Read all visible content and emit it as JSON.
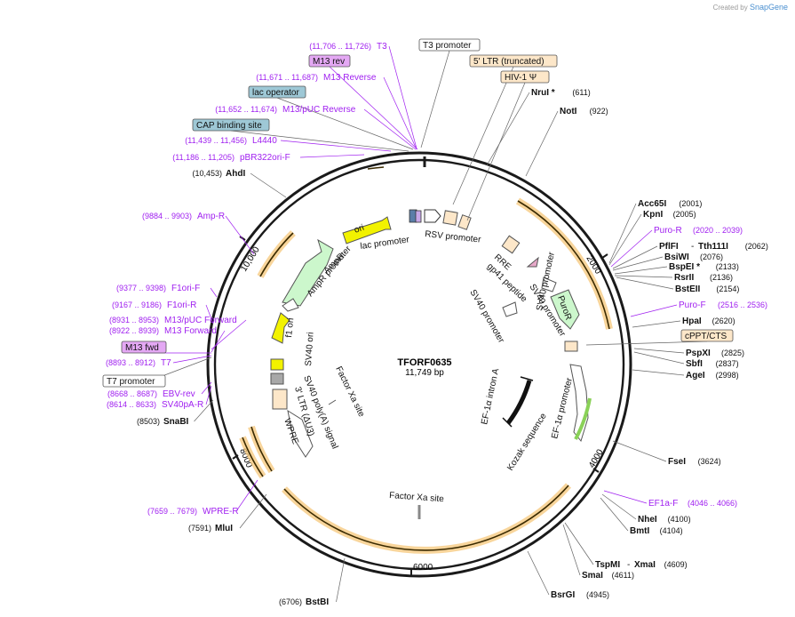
{
  "credit": {
    "prefix": "Created by",
    "brand": "SnapGene"
  },
  "plasmid": {
    "name": "TFORF0635",
    "length": "11,749 bp",
    "total_bp": 11749
  },
  "colors": {
    "backbone": "#1a1a1a",
    "primer": "#a020f0",
    "site": "#111111",
    "orange_feature": "#f0b040",
    "orange_feature_fill": "#fde7c9",
    "primer_bind_fill": "#e4a8f4",
    "misc_box_fill": "#9ec8d6",
    "promoter_fill": "#ffffff",
    "ori_fill": "#f2f200",
    "ampr_fill": "#ccf7cc",
    "puror_fill": "#ccf7cc",
    "ef1a_intron": "#111111",
    "ef1a_promoter_arrow": "#8ad158"
  },
  "ticks": [
    {
      "label": "2000",
      "bp": 2000
    },
    {
      "label": "4000",
      "bp": 4000
    },
    {
      "label": "6000",
      "bp": 6000
    },
    {
      "label": "8000",
      "bp": 8000
    },
    {
      "label": "10,000",
      "bp": 10000
    }
  ],
  "outer_labels": [
    {
      "id": "t3",
      "text": "T3",
      "range": "(11,706 .. 11,726)",
      "kind": "primer",
      "bp": 11716
    },
    {
      "id": "m13rev-box",
      "text": "M13 rev",
      "kind": "primer_box",
      "bp": 11705
    },
    {
      "id": "m13-reverse",
      "text": "M13 Reverse",
      "range": "(11,671 .. 11,687)",
      "kind": "primer",
      "bp": 11679
    },
    {
      "id": "lac-operator",
      "text": "lac operator",
      "kind": "misc_box",
      "bp": 11660
    },
    {
      "id": "m13puc-reverse",
      "text": "M13/pUC Reverse",
      "range": "(11,652 .. 11,674)",
      "kind": "primer",
      "bp": 11663
    },
    {
      "id": "cap-binding-site",
      "text": "CAP binding site",
      "kind": "misc_box",
      "bp": 11620
    },
    {
      "id": "l4440",
      "text": "L4440",
      "range": "(11,439 .. 11,456)",
      "kind": "primer",
      "bp": 11447
    },
    {
      "id": "pbr322ori-f",
      "text": "pBR322ori-F",
      "range": "(11,186 .. 11,205)",
      "kind": "primer",
      "bp": 11195
    },
    {
      "id": "ahdi",
      "text": "AhdI",
      "pos": "(10,453)",
      "kind": "site",
      "bp": 10453
    },
    {
      "id": "amp-r",
      "text": "Amp-R",
      "range": "(9884 .. 9903)",
      "kind": "primer",
      "bp": 9893
    },
    {
      "id": "f1ori-f",
      "text": "F1ori-F",
      "range": "(9377 .. 9398)",
      "kind": "primer",
      "bp": 9387
    },
    {
      "id": "f1ori-r",
      "text": "F1ori-R",
      "range": "(9167 .. 9186)",
      "kind": "primer",
      "bp": 9176
    },
    {
      "id": "m13puc-forward",
      "text": "M13/pUC Forward",
      "range": "(8931 .. 8953)",
      "kind": "primer",
      "bp": 8942
    },
    {
      "id": "m13-forward",
      "text": "M13 Forward",
      "range": "(8922 .. 8939)",
      "kind": "primer",
      "bp": 8930
    },
    {
      "id": "m13fwd-box",
      "text": "M13 fwd",
      "kind": "primer_box",
      "bp": 8925
    },
    {
      "id": "t7",
      "text": "T7",
      "range": "(8893 .. 8912)",
      "kind": "primer",
      "bp": 8902
    },
    {
      "id": "t7-promoter",
      "text": "T7 promoter",
      "kind": "promoter_box",
      "bp": 8890
    },
    {
      "id": "ebv-rev",
      "text": "EBV-rev",
      "range": "(8668 .. 8687)",
      "kind": "primer",
      "bp": 8677
    },
    {
      "id": "sv40pa-r",
      "text": "SV40pA-R",
      "range": "(8614 .. 8633)",
      "kind": "primer",
      "bp": 8623
    },
    {
      "id": "snabi",
      "text": "SnaBI",
      "pos": "(8503)",
      "kind": "site",
      "bp": 8503
    },
    {
      "id": "wpre-r",
      "text": "WPRE-R",
      "range": "(7659 .. 7679)",
      "kind": "primer",
      "bp": 7669
    },
    {
      "id": "mlui",
      "text": "MluI",
      "pos": "(7591)",
      "kind": "site",
      "bp": 7591
    },
    {
      "id": "bstbi",
      "text": "BstBI",
      "pos": "(6706)",
      "kind": "site",
      "bp": 6706
    },
    {
      "id": "t3-promoter",
      "text": "T3 promoter",
      "kind": "promoter_box",
      "bp": 11730
    },
    {
      "id": "ltr5",
      "text": "5' LTR (truncated)",
      "kind": "orange_box",
      "bp": 10
    },
    {
      "id": "hiv1psi",
      "text": "HIV-1 Ψ",
      "kind": "orange_box",
      "bp": 300
    },
    {
      "id": "nrui",
      "text": "NruI *",
      "pos": "(611)",
      "kind": "site",
      "bp": 611
    },
    {
      "id": "noti",
      "text": "NotI",
      "pos": "(922)",
      "kind": "site",
      "bp": 922
    },
    {
      "id": "acc65i",
      "text": "Acc65I",
      "pos": "(2001)",
      "kind": "site",
      "bp": 2001
    },
    {
      "id": "kpni",
      "text": "KpnI",
      "pos": "(2005)",
      "kind": "site",
      "bp": 2005
    },
    {
      "id": "puro-r",
      "text": "Puro-R",
      "range": "(2020 .. 2039)",
      "kind": "primer",
      "bp": 2029
    },
    {
      "id": "pflfi",
      "text": "PflFI",
      "pos2": "Tth111I",
      "pos": "(2062)",
      "kind": "site_pair",
      "bp": 2062
    },
    {
      "id": "bsiwi",
      "text": "BsiWI",
      "pos": "(2076)",
      "kind": "site",
      "bp": 2076
    },
    {
      "id": "bspei",
      "text": "BspEI *",
      "pos": "(2133)",
      "kind": "site",
      "bp": 2133
    },
    {
      "id": "rsrii",
      "text": "RsrII",
      "pos": "(2136)",
      "kind": "site",
      "bp": 2136
    },
    {
      "id": "bsteii",
      "text": "BstEII",
      "pos": "(2154)",
      "kind": "site",
      "bp": 2154
    },
    {
      "id": "puro-f",
      "text": "Puro-F",
      "range": "(2516 .. 2536)",
      "kind": "primer",
      "bp": 2526
    },
    {
      "id": "hpai",
      "text": "HpaI",
      "pos": "(2620)",
      "kind": "site",
      "bp": 2620
    },
    {
      "id": "cppt",
      "text": "cPPT/CTS",
      "kind": "orange_box",
      "bp": 2700
    },
    {
      "id": "pspxi",
      "text": "PspXI",
      "pos": "(2825)",
      "kind": "site",
      "bp": 2825
    },
    {
      "id": "sbfi",
      "text": "SbfI",
      "pos": "(2837)",
      "kind": "site",
      "bp": 2837
    },
    {
      "id": "agei",
      "text": "AgeI",
      "pos": "(2998)",
      "kind": "site",
      "bp": 2998
    },
    {
      "id": "fsei",
      "text": "FseI",
      "pos": "(3624)",
      "kind": "site",
      "bp": 3624
    },
    {
      "id": "ef1a-f",
      "text": "EF1a-F",
      "range": "(4046 .. 4066)",
      "kind": "primer",
      "bp": 4056
    },
    {
      "id": "nhei",
      "text": "NheI",
      "pos": "(4100)",
      "kind": "site",
      "bp": 4100
    },
    {
      "id": "bmti",
      "text": "BmtI",
      "pos": "(4104)",
      "kind": "site",
      "bp": 4104
    },
    {
      "id": "tspmi",
      "text": "TspMI",
      "pos2": "XmaI",
      "pos": "(4609)",
      "kind": "site_pair",
      "bp": 4609
    },
    {
      "id": "smai",
      "text": "SmaI",
      "pos": "(4611)",
      "kind": "site",
      "bp": 4611
    },
    {
      "id": "bsrgi",
      "text": "BsrGI",
      "pos": "(4945)",
      "kind": "site",
      "bp": 4945
    }
  ],
  "inner_labels": {
    "ori": "ori",
    "lac_promoter": "lac promoter",
    "rsv_promoter": "RSV promoter",
    "ampr": "AmpR",
    "ampr_promoter": "AmpR promoter",
    "rre": "RRE",
    "gp41_peptide": "gp41 peptide",
    "sv40_promoter_a": "SV40 promoter",
    "puror": "PuroR",
    "sv40_promoter_b": "SV40 promoter",
    "f1_ori": "f1 ori",
    "sv40_ori": "SV40 ori",
    "factor_xa_a": "Factor Xa site",
    "ef1a_intron_a": "EF-1α intron A",
    "ef1a_promoter": "EF-1α promoter",
    "kozak": "Kozak sequence",
    "sv40_polya": "SV40 poly(A) signal",
    "ltr3": "3' LTR (ΔU3)",
    "wpre": "WPRE",
    "factor_xa_b": "Factor Xa site"
  }
}
